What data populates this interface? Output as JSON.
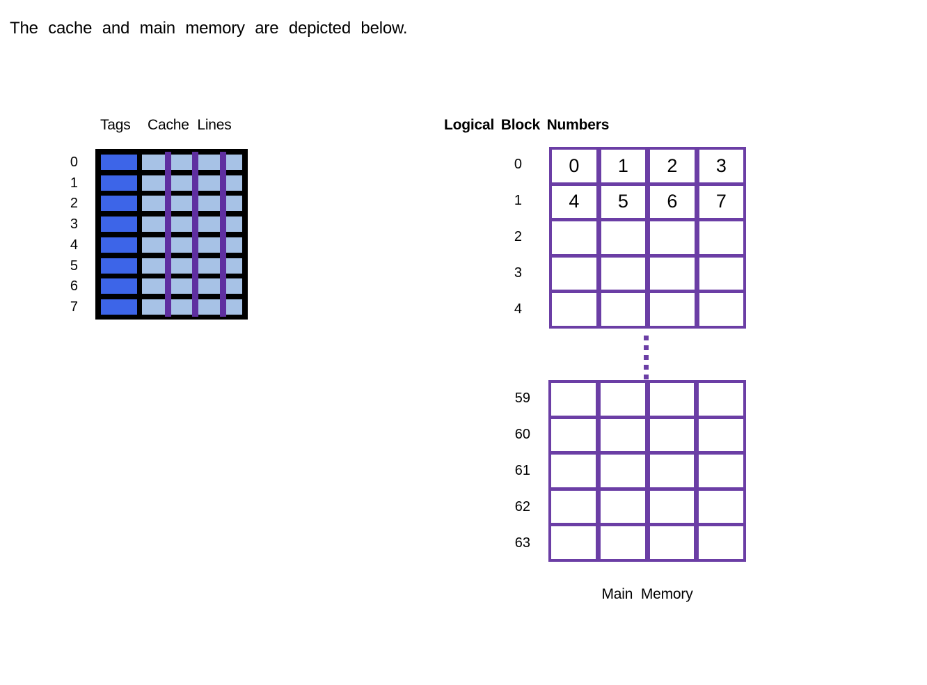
{
  "title": "The cache and main memory are depicted below.",
  "colors": {
    "tag_blue": "#3D65E8",
    "line_blue": "#A7C2E6",
    "cache_stripe": "#5F2FA0",
    "memory_purple": "#6B3EA5"
  },
  "cache": {
    "tags_label": "Tags",
    "lines_label": "Cache Lines",
    "row_labels": [
      "0",
      "1",
      "2",
      "3",
      "4",
      "5",
      "6",
      "7"
    ],
    "rows": 8,
    "words_per_line": 4
  },
  "memory": {
    "header": "Logical Block Numbers",
    "footer": "Main Memory",
    "top_row_labels": [
      "0",
      "1",
      "2",
      "3",
      "4"
    ],
    "bottom_row_labels": [
      "59",
      "60",
      "61",
      "62",
      "63"
    ],
    "top_cells": [
      "0",
      "1",
      "2",
      "3",
      "4",
      "5",
      "6",
      "7",
      "",
      "",
      "",
      "",
      "",
      "",
      "",
      "",
      "",
      "",
      "",
      ""
    ],
    "bottom_cells": [
      "",
      "",
      "",
      "",
      "",
      "",
      "",
      "",
      "",
      "",
      "",
      "",
      "",
      "",
      "",
      "",
      "",
      "",
      "",
      ""
    ],
    "continuation_dots": 5
  }
}
